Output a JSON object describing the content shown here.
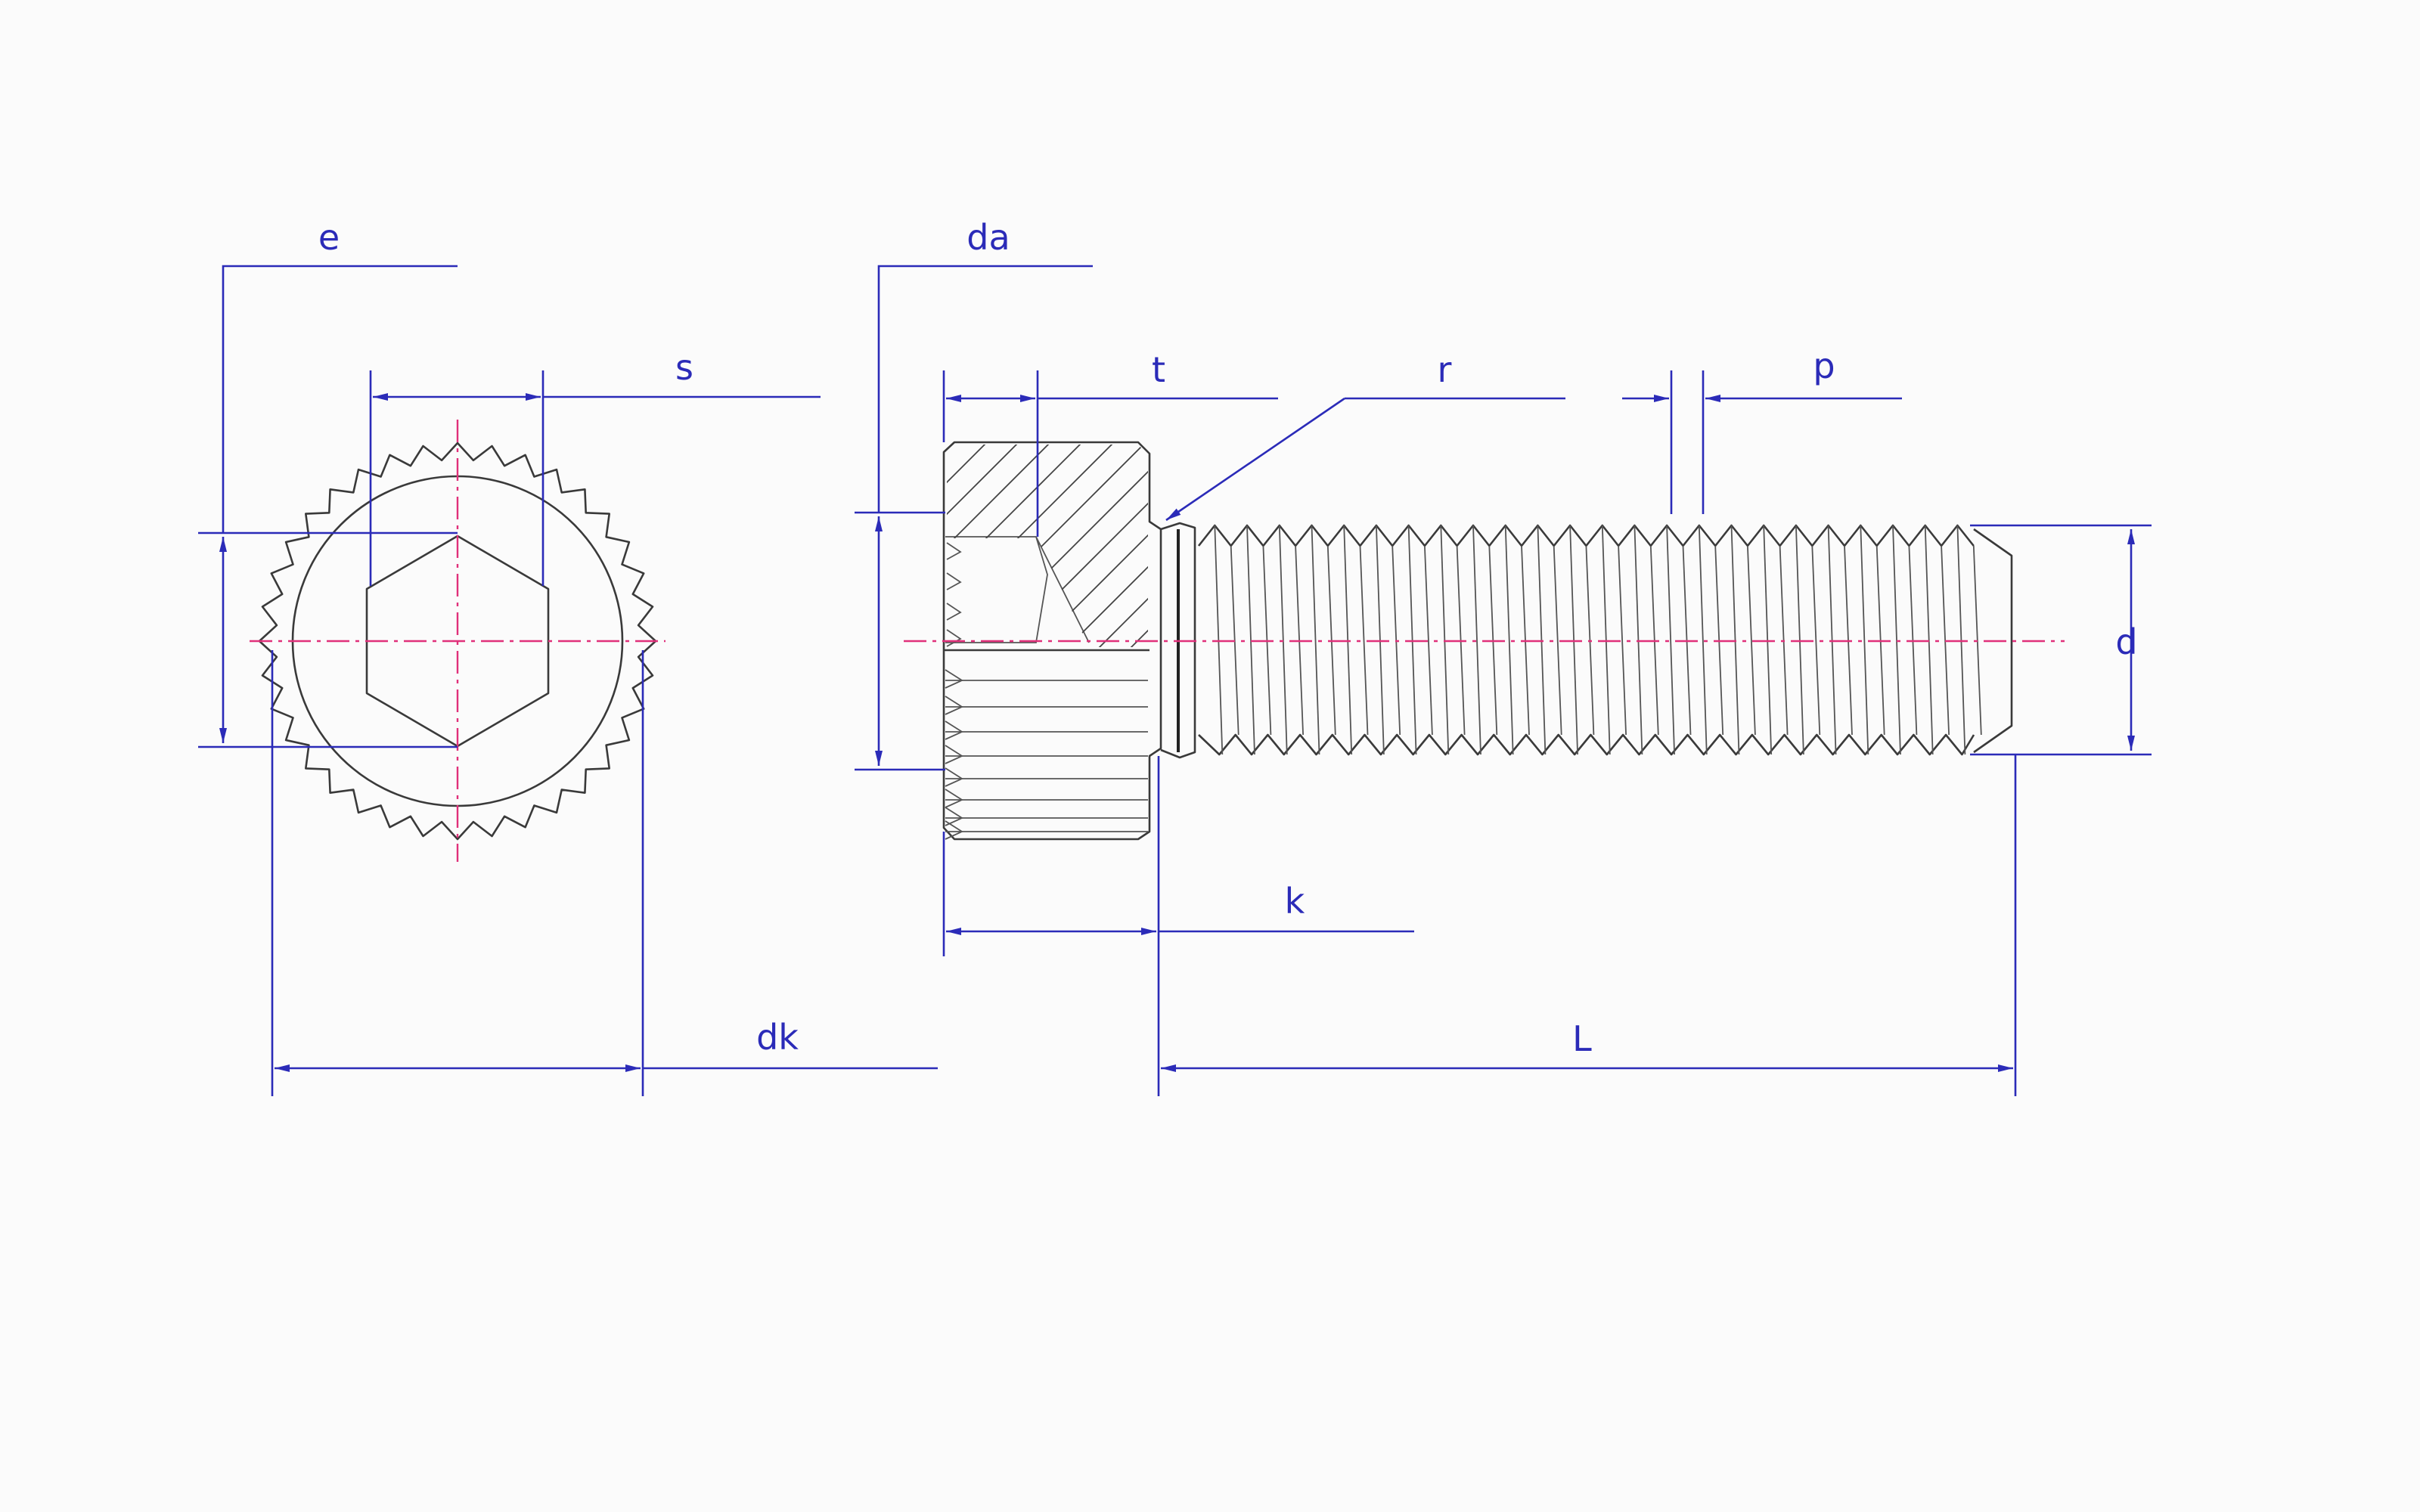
{
  "labels": {
    "e": "e",
    "s": "s",
    "da": "da",
    "t": "t",
    "r": "r",
    "p": "p",
    "d": "d",
    "k": "k",
    "dk": "dk",
    "L": "L"
  },
  "colors": {
    "dimension": "#2b2bb8",
    "centerline": "#e0307a",
    "part_outline": "#3a3a3a",
    "background": "#fbfbfb"
  }
}
